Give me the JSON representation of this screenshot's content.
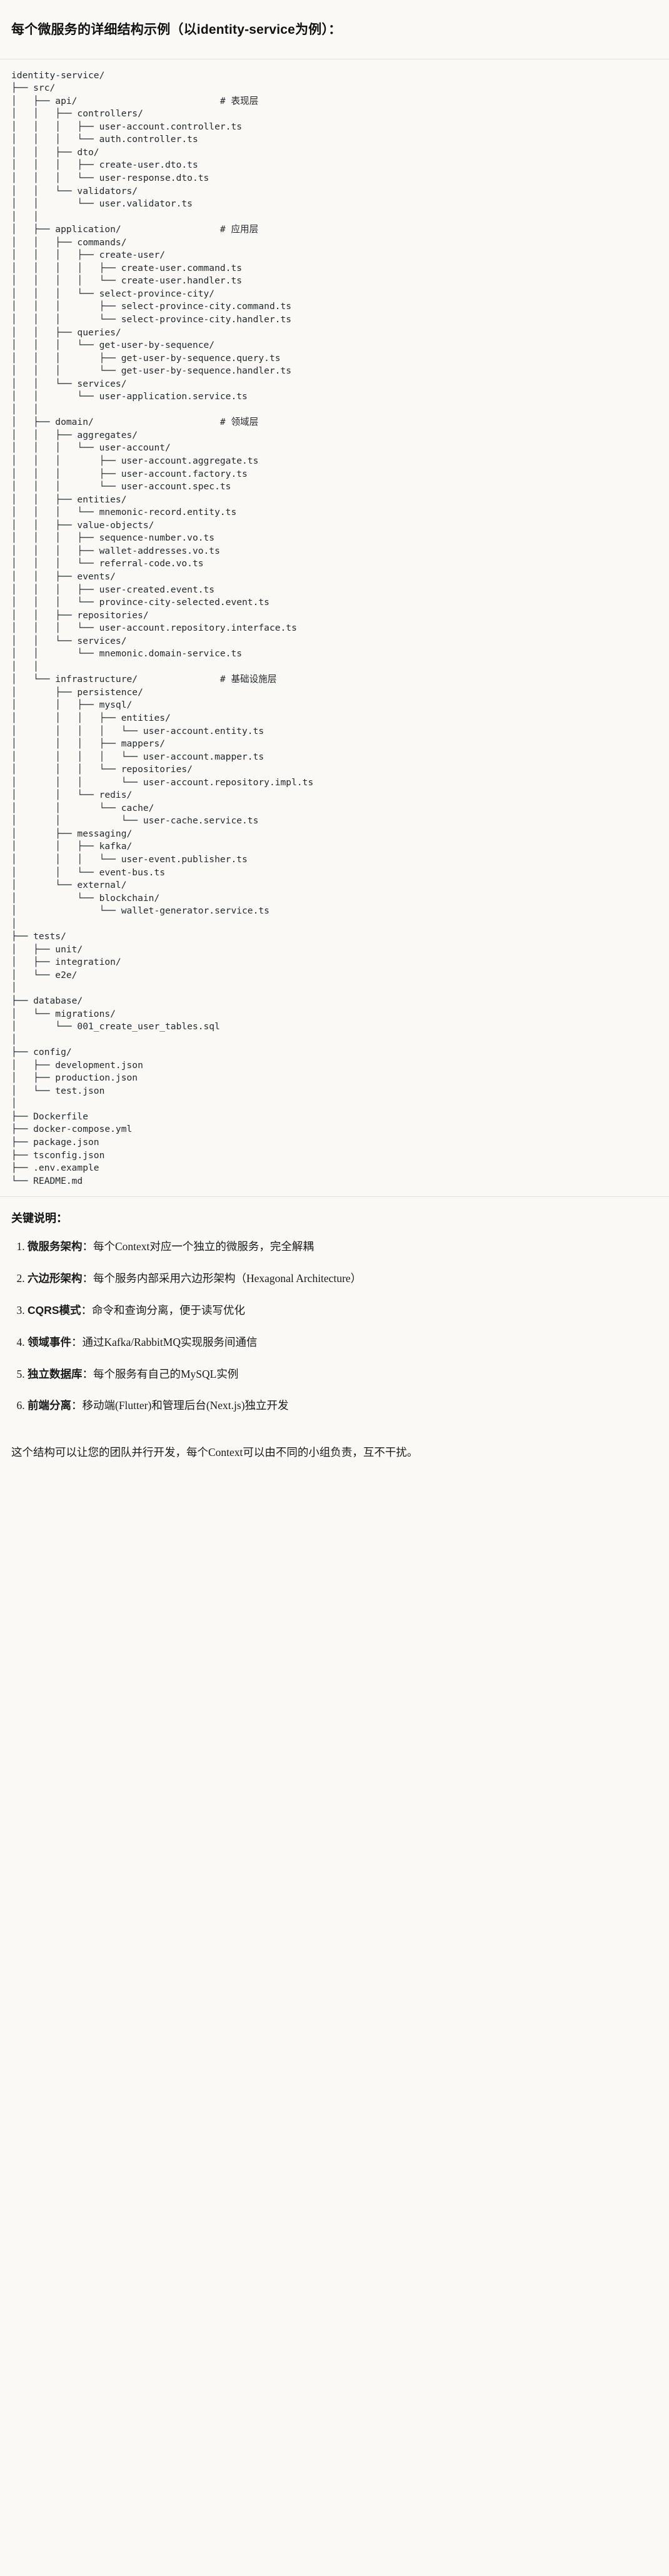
{
  "heading": "每个微服务的详细结构示例（以identity-service为例）：",
  "tree": {
    "root": "identity-service/",
    "text": "identity-service/\n├── src/\n│   ├── api/                          # 表现层\n│   │   ├── controllers/\n│   │   │   ├── user-account.controller.ts\n│   │   │   └── auth.controller.ts\n│   │   ├── dto/\n│   │   │   ├── create-user.dto.ts\n│   │   │   └── user-response.dto.ts\n│   │   └── validators/\n│   │       └── user.validator.ts\n│   │\n│   ├── application/                  # 应用层\n│   │   ├── commands/\n│   │   │   ├── create-user/\n│   │   │   │   ├── create-user.command.ts\n│   │   │   │   └── create-user.handler.ts\n│   │   │   └── select-province-city/\n│   │   │       ├── select-province-city.command.ts\n│   │   │       └── select-province-city.handler.ts\n│   │   ├── queries/\n│   │   │   └── get-user-by-sequence/\n│   │   │       ├── get-user-by-sequence.query.ts\n│   │   │       └── get-user-by-sequence.handler.ts\n│   │   └── services/\n│   │       └── user-application.service.ts\n│   │\n│   ├── domain/                       # 领域层\n│   │   ├── aggregates/\n│   │   │   └── user-account/\n│   │   │       ├── user-account.aggregate.ts\n│   │   │       ├── user-account.factory.ts\n│   │   │       └── user-account.spec.ts\n│   │   ├── entities/\n│   │   │   └── mnemonic-record.entity.ts\n│   │   ├── value-objects/\n│   │   │   ├── sequence-number.vo.ts\n│   │   │   ├── wallet-addresses.vo.ts\n│   │   │   └── referral-code.vo.ts\n│   │   ├── events/\n│   │   │   ├── user-created.event.ts\n│   │   │   └── province-city-selected.event.ts\n│   │   ├── repositories/\n│   │   │   └── user-account.repository.interface.ts\n│   │   └── services/\n│   │       └── mnemonic.domain-service.ts\n│   │\n│   └── infrastructure/               # 基础设施层\n│       ├── persistence/\n│       │   ├── mysql/\n│       │   │   ├── entities/\n│       │   │   │   └── user-account.entity.ts\n│       │   │   ├── mappers/\n│       │   │   │   └── user-account.mapper.ts\n│       │   │   └── repositories/\n│       │   │       └── user-account.repository.impl.ts\n│       │   └── redis/\n│       │       └── cache/\n│       │           └── user-cache.service.ts\n│       ├── messaging/\n│       │   ├── kafka/\n│       │   │   └── user-event.publisher.ts\n│       │   └── event-bus.ts\n│       └── external/\n│           └── blockchain/\n│               └── wallet-generator.service.ts\n│\n├── tests/\n│   ├── unit/\n│   ├── integration/\n│   └── e2e/\n│\n├── database/\n│   └── migrations/\n│       └── 001_create_user_tables.sql\n│\n├── config/\n│   ├── development.json\n│   ├── production.json\n│   └── test.json\n│\n├── Dockerfile\n├── docker-compose.yml\n├── package.json\n├── tsconfig.json\n├── .env.example\n└── README.md",
    "layer_comments": [
      {
        "path": "api/",
        "comment": "# 表现层"
      },
      {
        "path": "application/",
        "comment": "# 应用层"
      },
      {
        "path": "domain/",
        "comment": "# 领域层"
      },
      {
        "path": "infrastructure/",
        "comment": "# 基础设施层"
      }
    ],
    "root_files": [
      "Dockerfile",
      "docker-compose.yml",
      "package.json",
      "tsconfig.json",
      ".env.example",
      "README.md"
    ]
  },
  "notes": {
    "title": "关键说明：",
    "items": [
      {
        "term": "微服务架构",
        "desc": "：每个Context对应一个独立的微服务，完全解耦"
      },
      {
        "term": "六边形架构",
        "desc": "：每个服务内部采用六边形架构（Hexagonal Architecture）"
      },
      {
        "term": "CQRS模式",
        "desc": "：命令和查询分离，便于读写优化"
      },
      {
        "term": "领域事件",
        "desc": "：通过Kafka/RabbitMQ实现服务间通信"
      },
      {
        "term": "独立数据库",
        "desc": "：每个服务有自己的MySQL实例"
      },
      {
        "term": "前端分离",
        "desc": "：移动端(Flutter)和管理后台(Next.js)独立开发"
      }
    ],
    "closing": "这个结构可以让您的团队并行开发，每个Context可以由不同的小组负责，互不干扰。"
  },
  "colors": {
    "background": "#faf9f6",
    "text": "#1a1a1a",
    "code_text": "#24292e",
    "rule": "#e3e1dc"
  }
}
